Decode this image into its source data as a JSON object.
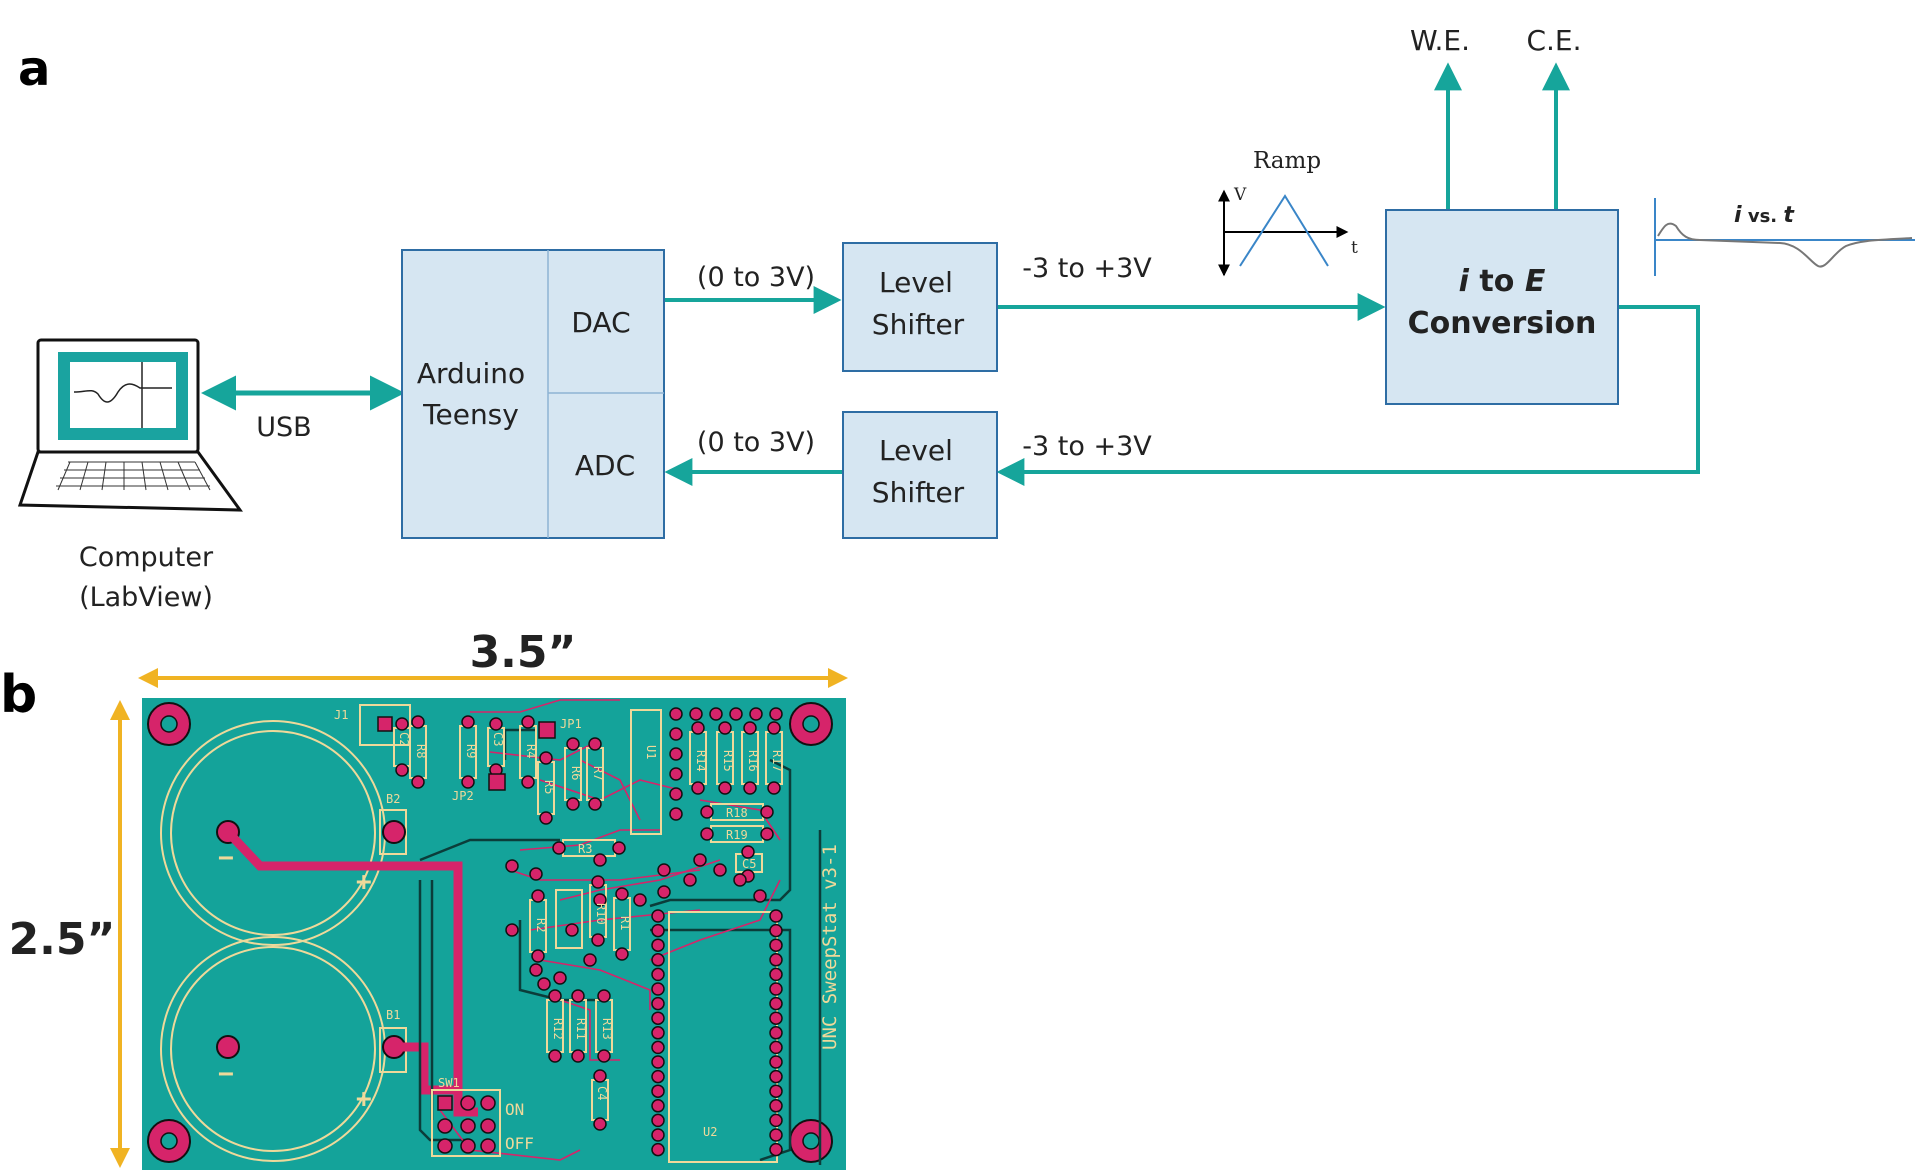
{
  "panel_a": {
    "panel_label": "a",
    "computer": {
      "label_line1": "Computer",
      "label_line2": "(LabView)"
    },
    "link_usb": "USB",
    "mcu": {
      "label_line1": "Arduino",
      "label_line2": "Teensy",
      "dac": "DAC",
      "adc": "ADC"
    },
    "dac_range": "(0 to 3V)",
    "adc_range": "(0 to 3V)",
    "level_shifter_top": {
      "line1": "Level",
      "line2": "Shifter"
    },
    "level_shifter_bottom": {
      "line1": "Level",
      "line2": "Shifter"
    },
    "bipolar_out": "-3 to +3V",
    "bipolar_in": "-3 to +3V",
    "ramp_inset": {
      "title": "Ramp",
      "y_axis": "V",
      "x_axis": "t"
    },
    "converter": {
      "line1_italic_a": "i",
      "line1_mid": " to ",
      "line1_italic_b": "E",
      "line2": "Conversion"
    },
    "we_label": "W.E.",
    "ce_label": "C.E.",
    "ivst_inset": {
      "title_i": "i",
      "title_mid": " vs. ",
      "title_t": "t"
    }
  },
  "panel_b": {
    "panel_label": "b",
    "width_dim": "3.5”",
    "height_dim": "2.5”",
    "silkscreen": {
      "board_name": "UNC SweepStat v3-1",
      "j1": "J1",
      "jp1": "JP1",
      "jp2": "JP2",
      "b1": "B1",
      "b2": "B2",
      "u1": "U1",
      "u2": "U2",
      "sw1": "SW1",
      "on": "ON",
      "off": "OFF",
      "resistors_vertical": [
        "R8",
        "R9",
        "R4",
        "R5",
        "R6",
        "R7",
        "R14",
        "R15",
        "R16",
        "R17",
        "R2",
        "R10",
        "R1",
        "R12",
        "R11",
        "R13"
      ],
      "resistors_horizontal": [
        "R3",
        "R18",
        "R19"
      ],
      "caps": [
        "C2",
        "C3",
        "C4",
        "C5"
      ],
      "plus": "+",
      "minus": "−"
    }
  },
  "colors": {
    "teal_arrow": "#16a59b",
    "block_fill": "#d6e6f2",
    "block_stroke": "#2e6da4",
    "pcb_green": "#14a39a",
    "pad_magenta": "#d6246a",
    "silk_yellow": "#eed99a",
    "dim_orange": "#f0b323"
  },
  "icons": [
    "laptop-icon",
    "ramp-waveform-icon",
    "current-trace-icon"
  ]
}
